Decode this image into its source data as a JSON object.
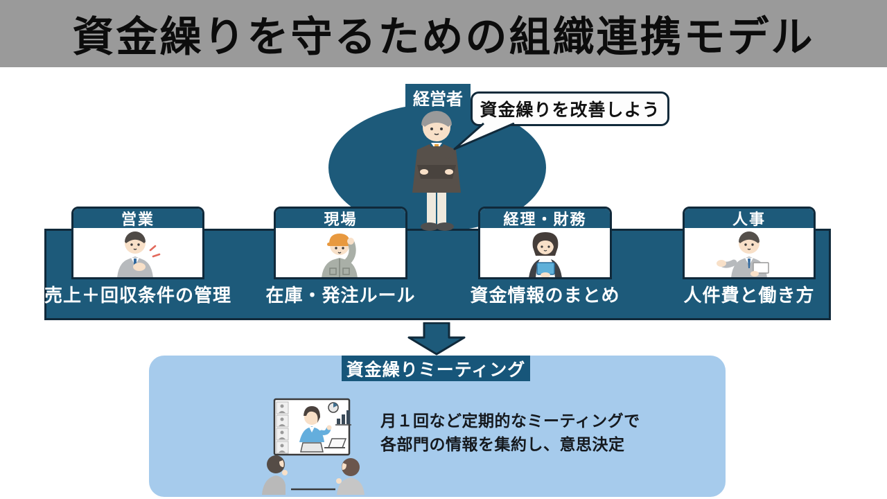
{
  "title": "資金繰りを守るための組織連携モデル",
  "executive": {
    "label": "経営者",
    "speech": "資金繰りを改善しよう"
  },
  "departments": [
    {
      "name": "営業",
      "role": "売上＋回収条件の管理"
    },
    {
      "name": "現場",
      "role": "在庫・発注ルール"
    },
    {
      "name": "経理・財務",
      "role": "資金情報のまとめ"
    },
    {
      "name": "人事",
      "role": "人件費と働き方"
    }
  ],
  "meeting": {
    "label": "資金繰りミーティング",
    "lines": [
      "月１回など定期的なミーティングで",
      "各部門の情報を集約し、意思決定"
    ]
  },
  "colors": {
    "title_band_gray": "#9a9a9a",
    "navy": "#1d5a7a",
    "navy_border": "#10293a",
    "light_blue": "#a6cbec",
    "text_black": "#0c0c0c",
    "text_white": "#ffffff"
  },
  "illustrations": {
    "executive": "executive-person-arms-crossed",
    "sales": "sales-person-hand-on-chest",
    "site": "site-worker-helmet",
    "finance": "finance-woman-blue-folder",
    "hr": "hr-person-with-document",
    "meeting": "online-meeting-screen-viewers"
  }
}
